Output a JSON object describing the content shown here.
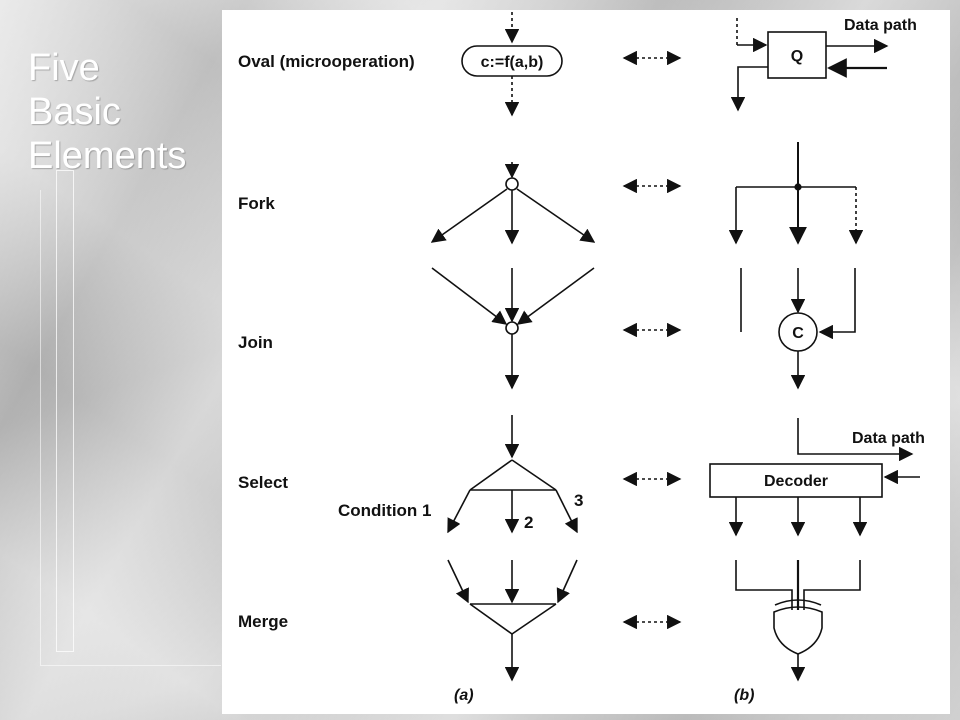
{
  "slide": {
    "title_lines": [
      "Five",
      "Basic",
      "Elements"
    ]
  },
  "figure": {
    "row_labels": {
      "oval": "Oval (microoperation)",
      "fork": "Fork",
      "join": "Join",
      "select": "Select",
      "merge": "Merge"
    },
    "oval_text": "c:=f(a,b)",
    "register_label": "Q",
    "c_element_label": "C",
    "decoder_label": "Decoder",
    "data_path_top": "Data path",
    "data_path_select": "Data path",
    "select_conditions": {
      "condition_1": "Condition 1",
      "two": "2",
      "three": "3"
    },
    "column_a_label": "(a)",
    "column_b_label": "(b)",
    "colors": {
      "ink": "#111111",
      "panel": "#ffffff",
      "title_text": "#ffffff"
    }
  }
}
